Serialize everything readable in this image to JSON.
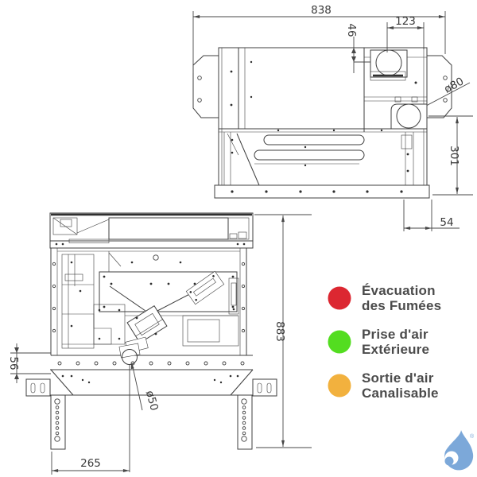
{
  "colors": {
    "line": "#3f3f3f",
    "flue_red": "#ea1c24",
    "duct_yellow": "#f2ea12",
    "intake_green": "#28d228",
    "legend_red": "#dc2731",
    "legend_green": "#53dd20",
    "legend_orange": "#f2b13e",
    "logo_blue": "#7ca8d9"
  },
  "top_view": {
    "dim_width_total": "838",
    "dim_flue_offset_y": "46",
    "dim_flue_offset_x": "123",
    "label_duct_diameter": "ø80",
    "dim_height_right": "301",
    "dim_rear_offset": "54"
  },
  "front_view": {
    "dim_height_total": "883",
    "dim_intake_height": "56",
    "label_intake_diameter": "ø50",
    "dim_intake_offset_x": "265"
  },
  "legend": {
    "items": [
      {
        "name": "flue-exhaust",
        "color": "#dc2731",
        "line1": "Évacuation",
        "line2": "des Fumées"
      },
      {
        "name": "outside-air-intake",
        "color": "#53dd20",
        "line1": "Prise d'air",
        "line2": "Extérieure"
      },
      {
        "name": "ductable-air-outlet",
        "color": "#f2b13e",
        "line1": "Sortie d'air",
        "line2": "Canalisable"
      }
    ]
  },
  "logo": {
    "registered_mark": "®"
  }
}
